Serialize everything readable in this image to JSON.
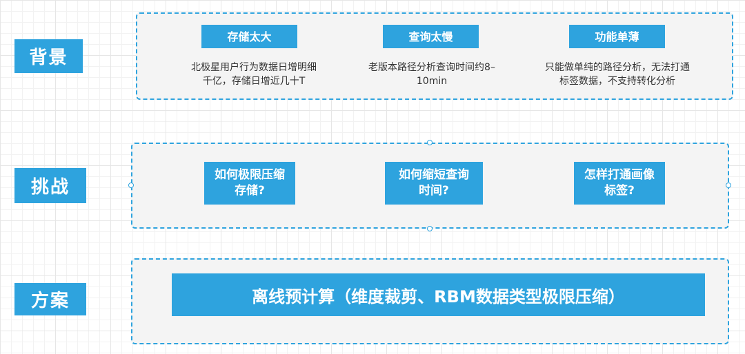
{
  "labels": {
    "background": "背景",
    "challenge": "挑战",
    "solution": "方案"
  },
  "background": {
    "items": [
      {
        "title": "存储太大",
        "desc_line1": "北极星用户行为数据日增明细",
        "desc_line2": "千亿，存储日增近几十T"
      },
      {
        "title": "查询太慢",
        "desc_line1": "老版本路径分析查询时间约8–",
        "desc_line2": "10min"
      },
      {
        "title": "功能单薄",
        "desc_line1": "只能做单纯的路径分析，无法打通",
        "desc_line2": "标签数据，不支持转化分析"
      }
    ]
  },
  "challenge": {
    "items": [
      {
        "line1": "如何极限压缩",
        "line2": "存储?"
      },
      {
        "line1": "如何缩短查询",
        "line2": "时间?"
      },
      {
        "line1": "怎样打通画像",
        "line2": "标签?"
      }
    ]
  },
  "solution": {
    "text": "离线预计算（维度裁剪、RBM数据类型极限压缩）"
  },
  "colors": {
    "accent": "#2ea3de",
    "panel_bg": "#f4f4f4",
    "text": "#333333"
  }
}
